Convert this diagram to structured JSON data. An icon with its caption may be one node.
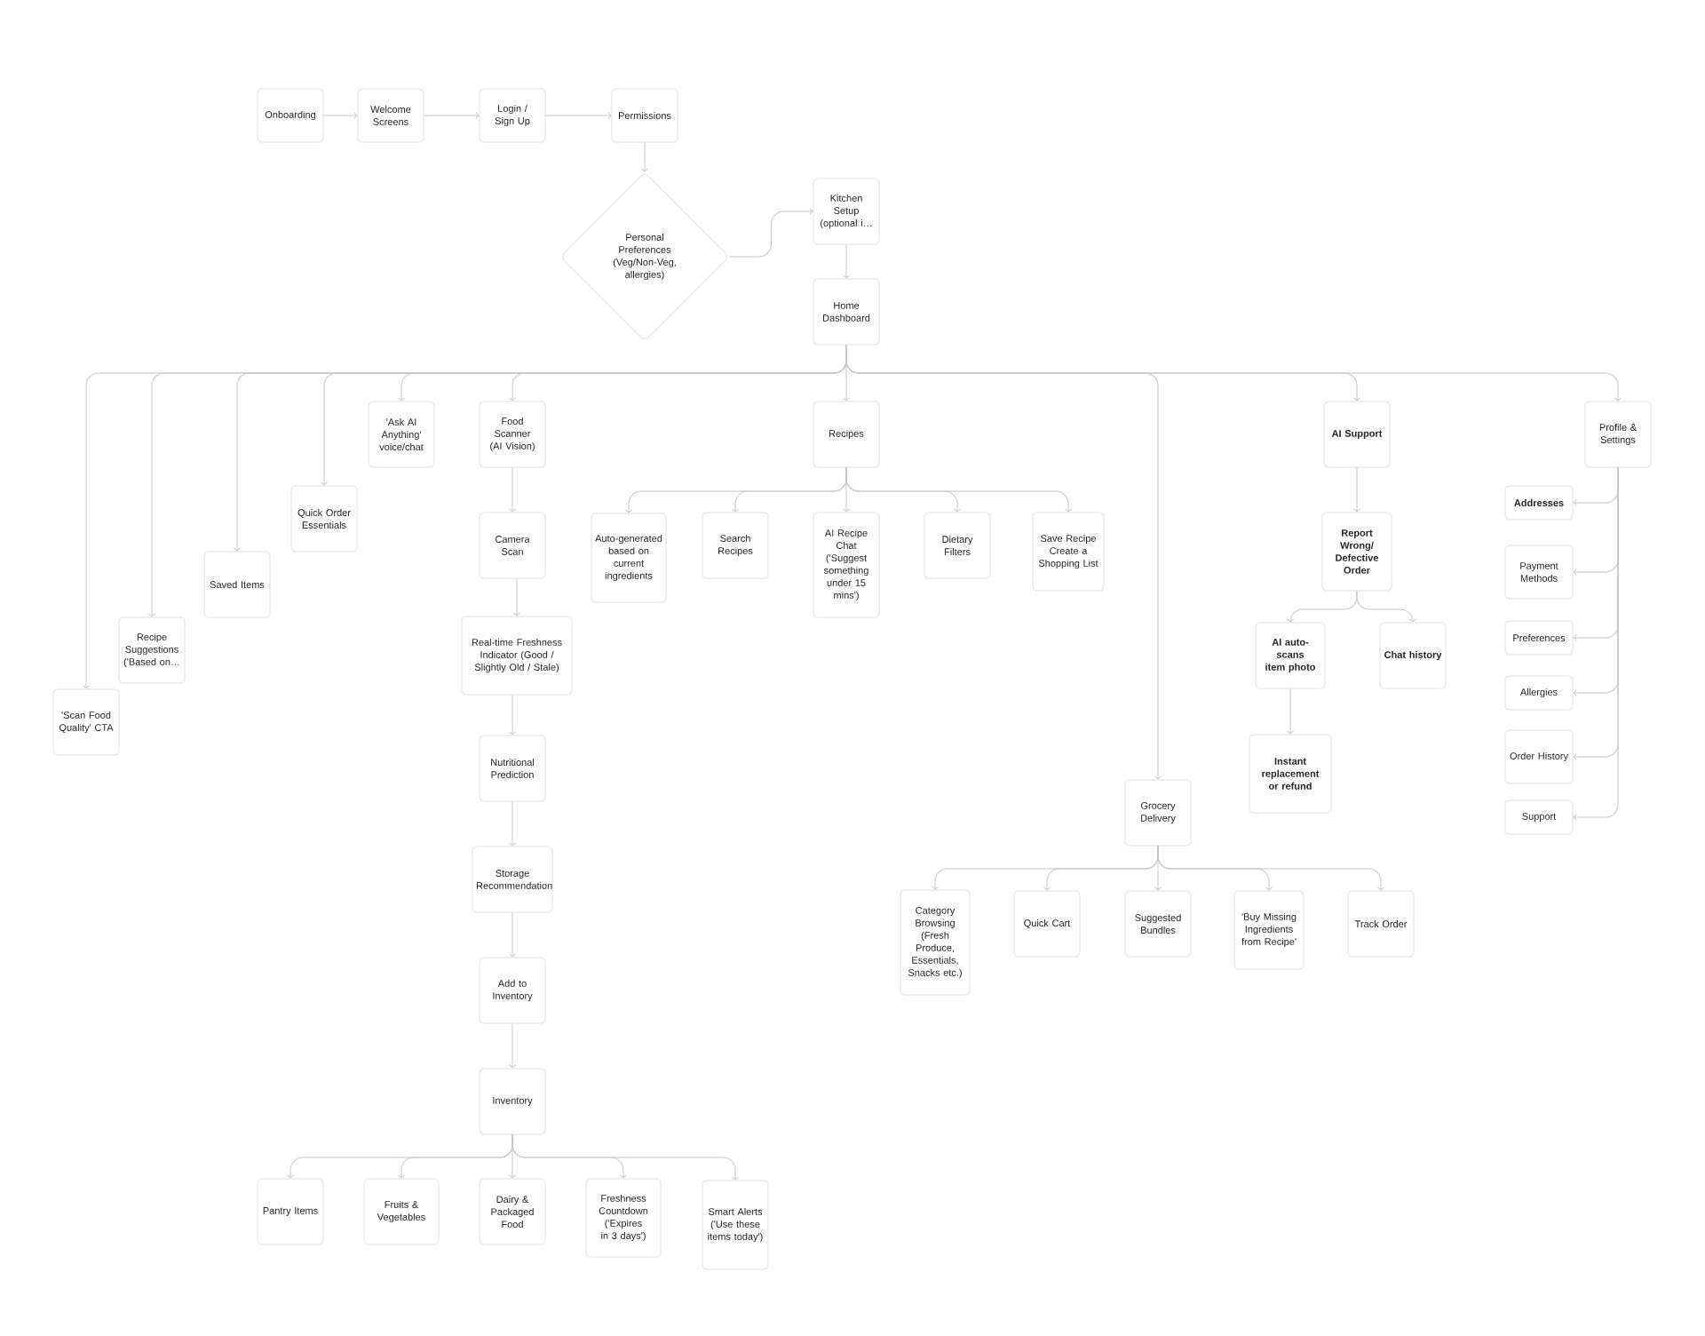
{
  "diagram": {
    "nodes": [
      {
        "text": [
          "Onboarding"
        ]
      },
      {
        "text": [
          "Welcome Screens"
        ]
      },
      {
        "text": [
          "Login / Sign Up"
        ]
      },
      {
        "text": [
          "Permissions"
        ]
      },
      {
        "text": [
          "Personal Preferences (Veg/Non-Veg, allergies)"
        ]
      },
      {
        "text": [
          "Kitchen Setup (optional i…"
        ]
      },
      {
        "text": [
          "Home Dashboard"
        ]
      },
      {
        "text": [
          "'Scan Food Quality' CTA"
        ]
      },
      {
        "text": [
          "Recipe Suggestions ('Based on…"
        ]
      },
      {
        "text": [
          "Saved Items"
        ]
      },
      {
        "text": [
          "Quick Order Essentials"
        ]
      },
      {
        "text": [
          "'Ask AI Anything' voice/chat"
        ]
      },
      {
        "text": [
          "Food Scanner (AI Vision)"
        ]
      },
      {
        "text": [
          "Recipes"
        ]
      },
      {
        "text": [
          "Grocery Delivery"
        ]
      },
      {
        "text": [
          "AI Support"
        ]
      },
      {
        "text": [
          "Profile & Settings"
        ]
      },
      {
        "text": [
          "Camera Scan"
        ]
      },
      {
        "text": [
          "Real-time Freshness Indicator (Good / Slightly Old / Stale)"
        ]
      },
      {
        "text": [
          "Nutritional Prediction"
        ]
      },
      {
        "text": [
          "Storage Recommendation"
        ]
      },
      {
        "text": [
          "Add to Inventory"
        ]
      },
      {
        "text": [
          "Inventory"
        ]
      },
      {
        "text": [
          "Pantry Items"
        ]
      },
      {
        "text": [
          "Fruits & Vegetables"
        ]
      },
      {
        "text": [
          "Dairy & Packaged Food"
        ]
      },
      {
        "text": [
          "Freshness Countdown ('Expires in 3 days')"
        ]
      },
      {
        "text": [
          "Smart Alerts ('Use these items today')"
        ]
      },
      {
        "text": [
          "Auto-generated based on current ingredients"
        ]
      },
      {
        "text": [
          "Search Recipes"
        ]
      },
      {
        "text": [
          "AI Recipe Chat ('Suggest something under 15 mins')"
        ]
      },
      {
        "text": [
          "Dietary Filters"
        ]
      },
      {
        "text": [
          "Save Recipe Create a Shopping List"
        ]
      },
      {
        "text": [
          "Category Browsing (Fresh Produce, Essentials, Snacks etc.)"
        ]
      },
      {
        "text": [
          "Quick Cart"
        ]
      },
      {
        "text": [
          "Suggested Bundles"
        ]
      },
      {
        "text": [
          "'Buy Missing Ingredients from Recipe'"
        ]
      },
      {
        "text": [
          "Track Order"
        ]
      },
      {
        "text": [
          "Report Wrong/ Defective Order"
        ]
      },
      {
        "text": [
          "AI auto-scans item photo"
        ]
      },
      {
        "text": [
          "Chat history"
        ]
      },
      {
        "text": [
          "Instant replacement or refund"
        ]
      },
      {
        "text": [
          "Addresses"
        ]
      },
      {
        "text": [
          "Payment Methods"
        ]
      },
      {
        "text": [
          "Preferences"
        ]
      },
      {
        "text": [
          "Allergies"
        ]
      },
      {
        "text": [
          "Order History"
        ]
      },
      {
        "text": [
          "Support"
        ]
      }
    ],
    "edges": [
      {
        "from": 0,
        "to": 1,
        "arrow": "to"
      },
      {
        "from": 1,
        "to": 2,
        "arrow": "to"
      },
      {
        "from": 2,
        "to": 3,
        "arrow": "to"
      },
      {
        "from": 3,
        "to": 4,
        "arrow": "to"
      },
      {
        "from": 4,
        "to": 5,
        "arrow": "to"
      },
      {
        "from": 5,
        "to": 6,
        "arrow": "to"
      },
      {
        "from": 6,
        "to": 7,
        "arrow": "to"
      },
      {
        "from": 6,
        "to": 8,
        "arrow": "to"
      },
      {
        "from": 6,
        "to": 9,
        "arrow": "to"
      },
      {
        "from": 6,
        "to": 10,
        "arrow": "to"
      },
      {
        "from": 6,
        "to": 11,
        "arrow": "to"
      },
      {
        "from": 6,
        "to": 12,
        "arrow": "to"
      },
      {
        "from": 6,
        "to": 13,
        "arrow": "to"
      },
      {
        "from": 6,
        "to": 14,
        "arrow": "to"
      },
      {
        "from": 6,
        "to": 15,
        "arrow": "to"
      },
      {
        "from": 6,
        "to": 16,
        "arrow": "to"
      },
      {
        "from": 12,
        "to": 17,
        "arrow": "to"
      },
      {
        "from": 17,
        "to": 18,
        "arrow": "to"
      },
      {
        "from": 18,
        "to": 19,
        "arrow": "to"
      },
      {
        "from": 19,
        "to": 20,
        "arrow": "to"
      },
      {
        "from": 20,
        "to": 21,
        "arrow": "to"
      },
      {
        "from": 21,
        "to": 22,
        "arrow": "to"
      },
      {
        "from": 22,
        "to": 23,
        "arrow": "to"
      },
      {
        "from": 22,
        "to": 24,
        "arrow": "to"
      },
      {
        "from": 22,
        "to": 25,
        "arrow": "to"
      },
      {
        "from": 22,
        "to": 26,
        "arrow": "to"
      },
      {
        "from": 22,
        "to": 27,
        "arrow": "to"
      },
      {
        "from": 13,
        "to": 28,
        "arrow": "to"
      },
      {
        "from": 13,
        "to": 29,
        "arrow": "to"
      },
      {
        "from": 13,
        "to": 30,
        "arrow": "to"
      },
      {
        "from": 13,
        "to": 31,
        "arrow": "to"
      },
      {
        "from": 13,
        "to": 32,
        "arrow": "to"
      },
      {
        "from": 14,
        "to": 33,
        "arrow": "to"
      },
      {
        "from": 14,
        "to": 34,
        "arrow": "to"
      },
      {
        "from": 14,
        "to": 35,
        "arrow": "to"
      },
      {
        "from": 14,
        "to": 36,
        "arrow": "to"
      },
      {
        "from": 14,
        "to": 37,
        "arrow": "to"
      },
      {
        "from": 15,
        "to": 38,
        "arrow": "to"
      },
      {
        "from": 38,
        "to": 39,
        "arrow": "to"
      },
      {
        "from": 38,
        "to": 40,
        "arrow": "to"
      },
      {
        "from": 39,
        "to": 41,
        "arrow": "to"
      },
      {
        "from": 16,
        "to": 42,
        "arrow": "to"
      },
      {
        "from": 16,
        "to": 43,
        "arrow": "to"
      },
      {
        "from": 16,
        "to": 44,
        "arrow": "to"
      },
      {
        "from": 16,
        "to": 45,
        "arrow": "to"
      },
      {
        "from": 16,
        "to": 46,
        "arrow": "to"
      },
      {
        "from": 16,
        "to": 47,
        "arrow": "to"
      }
    ]
  }
}
